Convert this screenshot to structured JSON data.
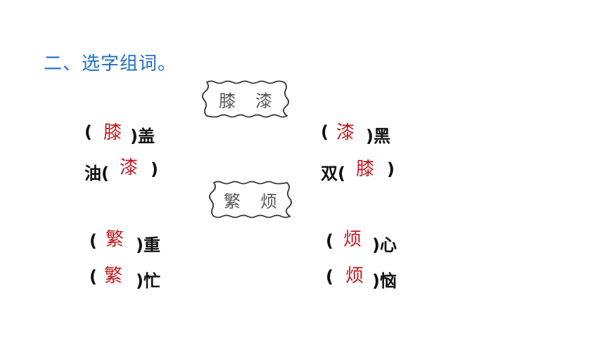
{
  "title": "二、选字组词。",
  "groups": [
    {
      "box": [
        "膝",
        "漆"
      ],
      "items": [
        {
          "open": "(",
          "close": ")盖",
          "answer": "膝"
        },
        {
          "open": "(",
          "close": ")黑",
          "answer": "漆"
        },
        {
          "open": "油(",
          "close": ")",
          "answer": "漆"
        },
        {
          "open": "双(",
          "close": ")",
          "answer": "膝"
        }
      ]
    },
    {
      "box": [
        "繁",
        "烦"
      ],
      "items": [
        {
          "open": "(",
          "close": ")重",
          "answer": "繁"
        },
        {
          "open": "(",
          "close": ")心",
          "answer": "烦"
        },
        {
          "open": "(",
          "close": ")忙",
          "answer": "繁"
        },
        {
          "open": "(",
          "close": ")恼",
          "answer": "烦"
        }
      ]
    }
  ]
}
